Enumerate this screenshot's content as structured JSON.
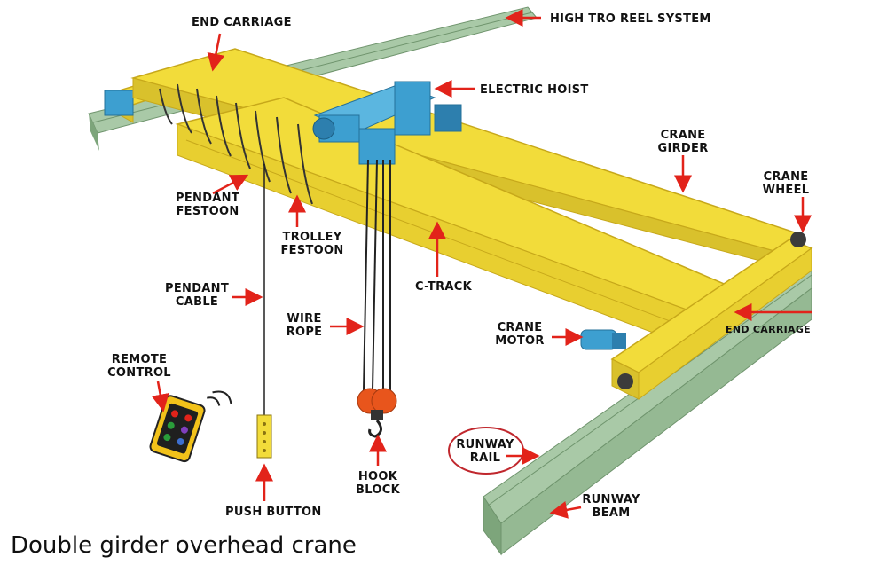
{
  "labels": {
    "end_carriage_top": "END CARRIAGE",
    "high_tro_reel": "HIGH TRO REEL SYSTEM",
    "electric_hoist": "ELECTRIC HOIST",
    "crane_girder_1": "CRANE",
    "crane_girder_2": "GIRDER",
    "crane_wheel_1": "CRANE",
    "crane_wheel_2": "WHEEL",
    "pendant_festoon_1": "PENDANT",
    "pendant_festoon_2": "FESTOON",
    "trolley_festoon_1": "TROLLEY",
    "trolley_festoon_2": "FESTOON",
    "c_track": "C-TRACK",
    "pendant_cable_1": "PENDANT",
    "pendant_cable_2": "CABLE",
    "wire_rope_1": "WIRE",
    "wire_rope_2": "ROPE",
    "crane_motor_1": "CRANE",
    "crane_motor_2": "MOTOR",
    "end_carriage_right": "END CARRIAGE",
    "remote_control_1": "REMOTE",
    "remote_control_2": "CONTROL",
    "runway_rail_1": "RUNWAY",
    "runway_rail_2": "RAIL",
    "runway_beam_1": "RUNWAY",
    "runway_beam_2": "BEAM",
    "hook_block_1": "HOOK",
    "hook_block_2": "BLOCK",
    "push_button": "PUSH BUTTON"
  },
  "caption": "Double girder overhead crane",
  "colors": {
    "girder": "#f2dc3a",
    "girder_edge": "#c7a81a",
    "hoist": "#3d9fd0",
    "runway": "#a9c9a7",
    "runway_dark": "#7da57b",
    "arrow": "#e2231a",
    "hook": "#e8551c"
  }
}
